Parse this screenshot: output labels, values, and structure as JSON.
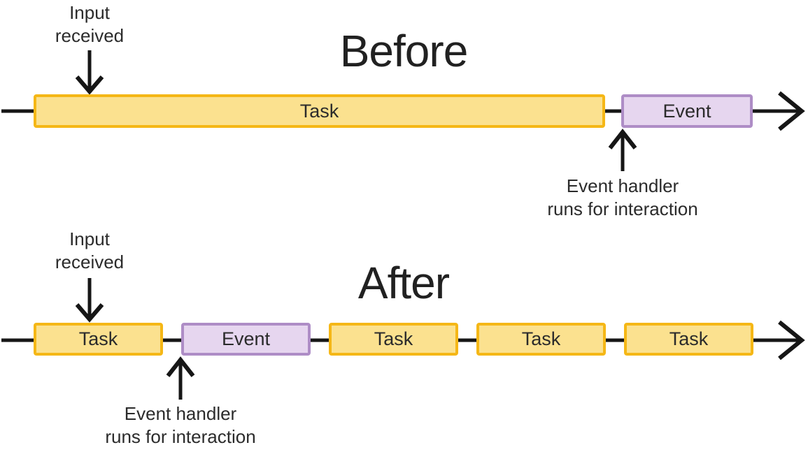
{
  "colors": {
    "task_fill": "#FBE18F",
    "task_border": "#F5B716",
    "event_fill": "#E6D6EF",
    "event_border": "#AE8DC6",
    "line": "#161616",
    "text": "#2B2B2B"
  },
  "before": {
    "title": "Before",
    "input_label": "Input\nreceived",
    "handler_label": "Event handler\nruns for interaction",
    "boxes": [
      {
        "label": "Task",
        "type": "task"
      },
      {
        "label": "Event",
        "type": "event"
      }
    ]
  },
  "after": {
    "title": "After",
    "input_label": "Input\nreceived",
    "handler_label": "Event handler\nruns for interaction",
    "boxes": [
      {
        "label": "Task",
        "type": "task"
      },
      {
        "label": "Event",
        "type": "event"
      },
      {
        "label": "Task",
        "type": "task"
      },
      {
        "label": "Task",
        "type": "task"
      },
      {
        "label": "Task",
        "type": "task"
      }
    ]
  }
}
